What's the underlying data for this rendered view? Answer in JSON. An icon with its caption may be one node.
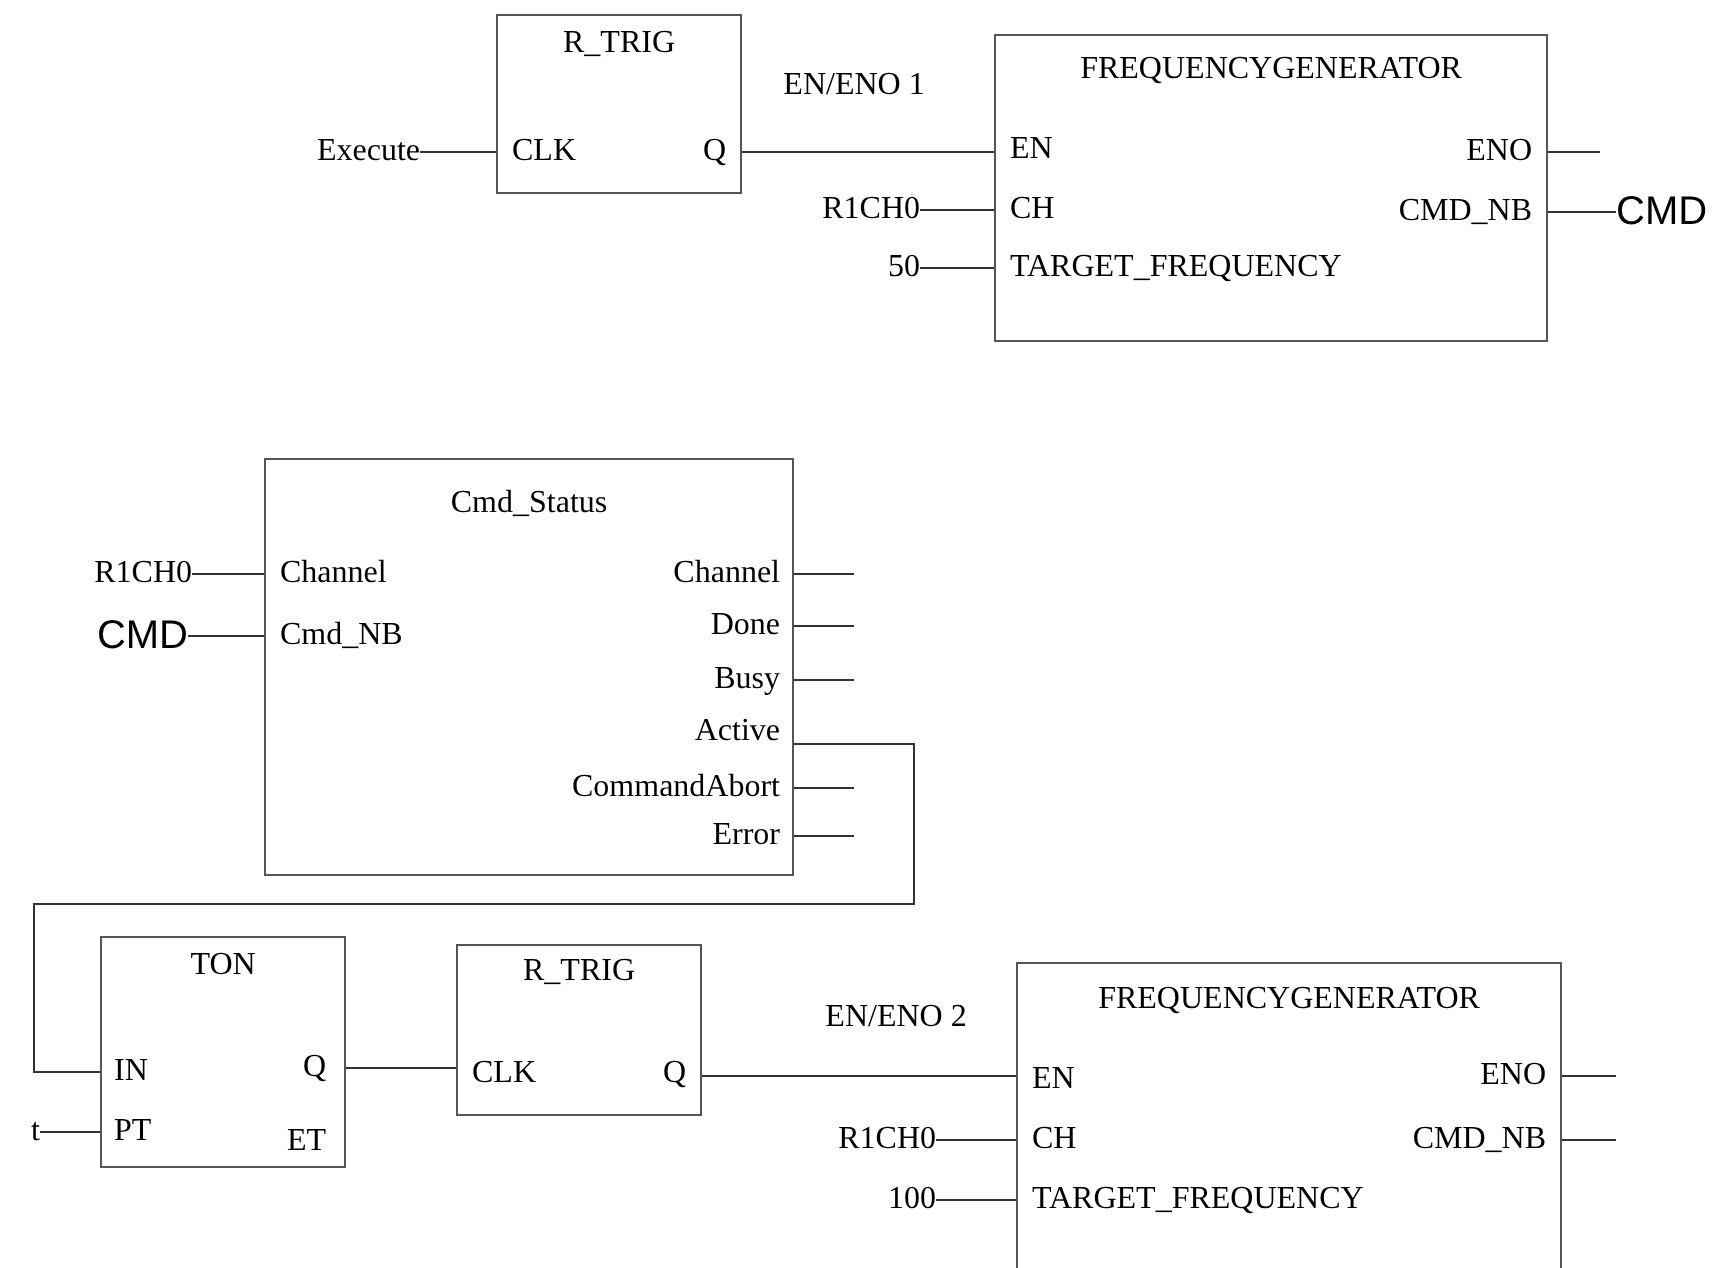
{
  "diagram": {
    "nodes": [
      {
        "text": [
          "R_TRIG",
          "CLK",
          "Q"
        ]
      },
      {
        "text": [
          "FREQUENCYGENERATOR",
          "EN",
          "CH",
          "TARGET_FREQUENCY",
          "ENO",
          "CMD_NB"
        ]
      },
      {
        "text": [
          "Execute"
        ]
      },
      {
        "text": [
          "R1CH0"
        ]
      },
      {
        "text": [
          "50"
        ]
      },
      {
        "text": [
          "CMD"
        ]
      },
      {
        "text": [
          "Cmd_Status",
          "Channel",
          "Cmd_NB",
          "Channel",
          "Done",
          "Busy",
          "Active",
          "CommandAbort",
          "Error"
        ]
      },
      {
        "text": [
          "R1CH0"
        ]
      },
      {
        "text": [
          "CMD"
        ]
      },
      {
        "text": [
          "TON",
          "IN",
          "PT",
          "Q",
          "ET"
        ]
      },
      {
        "text": [
          "t"
        ]
      },
      {
        "text": [
          "R_TRIG",
          "CLK",
          "Q"
        ]
      },
      {
        "text": [
          "FREQUENCYGENERATOR",
          "EN",
          "CH",
          "TARGET_FREQUENCY",
          "ENO",
          "CMD_NB"
        ]
      },
      {
        "text": [
          "R1CH0"
        ]
      },
      {
        "text": [
          "100"
        ]
      }
    ],
    "edges": [
      {
        "from": 2,
        "to": 0,
        "arrow": "none"
      },
      {
        "from": 0,
        "to": 1,
        "arrow": "none",
        "label": "EN/ENO 1"
      },
      {
        "from": 3,
        "to": 1,
        "arrow": "none"
      },
      {
        "from": 4,
        "to": 1,
        "arrow": "none"
      },
      {
        "from": 1,
        "to": null,
        "arrow": "none"
      },
      {
        "from": 1,
        "to": 5,
        "arrow": "none"
      },
      {
        "from": 7,
        "to": 6,
        "arrow": "none"
      },
      {
        "from": 8,
        "to": 6,
        "arrow": "none"
      },
      {
        "from": 6,
        "to": null,
        "arrow": "none"
      },
      {
        "from": 6,
        "to": null,
        "arrow": "none"
      },
      {
        "from": 6,
        "to": null,
        "arrow": "none"
      },
      {
        "from": 6,
        "to": 9,
        "arrow": "none"
      },
      {
        "from": 6,
        "to": null,
        "arrow": "none"
      },
      {
        "from": 6,
        "to": null,
        "arrow": "none"
      },
      {
        "from": 10,
        "to": 9,
        "arrow": "none"
      },
      {
        "from": 9,
        "to": 11,
        "arrow": "none"
      },
      {
        "from": 11,
        "to": 12,
        "arrow": "none",
        "label": "EN/ENO 2"
      },
      {
        "from": 13,
        "to": 12,
        "arrow": "none"
      },
      {
        "from": 14,
        "to": 12,
        "arrow": "none"
      },
      {
        "from": 12,
        "to": null,
        "arrow": "none"
      },
      {
        "from": 12,
        "to": null,
        "arrow": "none"
      }
    ]
  }
}
